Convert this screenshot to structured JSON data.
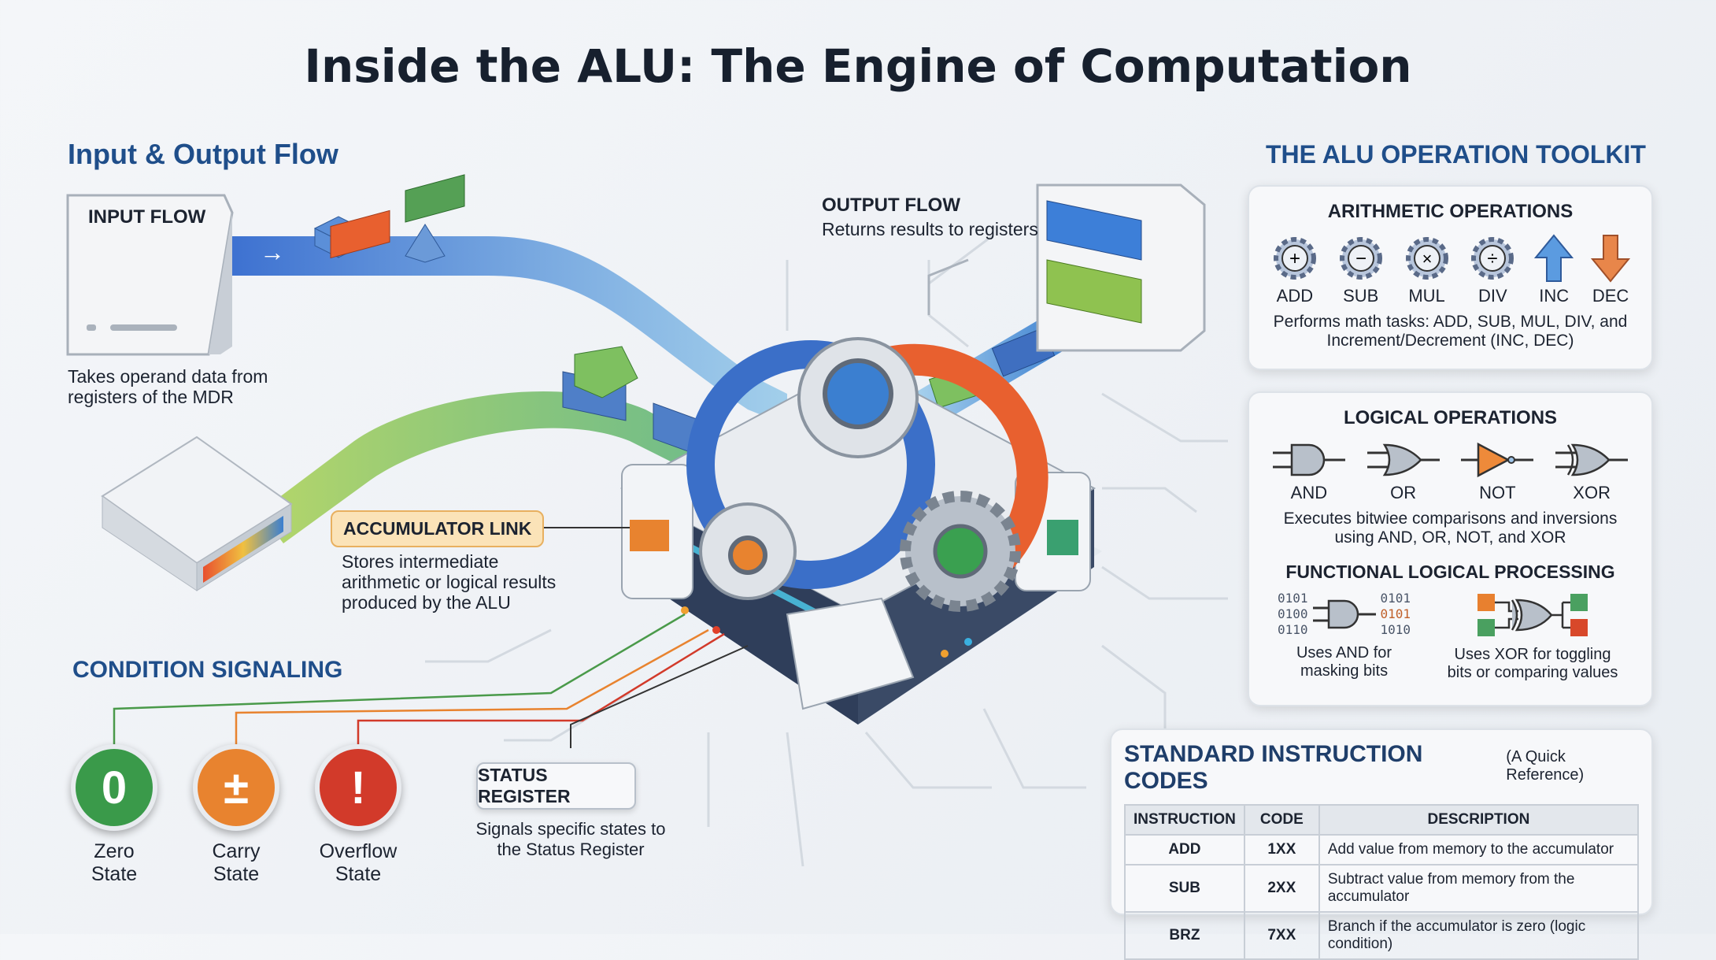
{
  "title": "Inside the ALU: The Engine of Computation",
  "io": {
    "heading": "Input & Output Flow",
    "input_label": "INPUT FLOW",
    "input_desc": "Takes operand data from registers of the MDR",
    "output_label": "OUTPUT FLOW",
    "output_desc": "Returns results to registers"
  },
  "accumulator": {
    "label": "ACCUMULATOR LINK",
    "desc": "Stores intermediate arithmetic or logical results produced by the ALU"
  },
  "conditions": {
    "heading": "CONDITION SIGNALING",
    "items": [
      {
        "symbol": "0",
        "label": "Zero State",
        "color": "#3a9a4a"
      },
      {
        "symbol": "±",
        "label": "Carry State",
        "color": "#e8832f"
      },
      {
        "symbol": "!",
        "label": "Overflow State",
        "color": "#d23a2a"
      }
    ]
  },
  "status": {
    "label": "STATUS REGISTER",
    "desc": "Signals specific states to the Status Register"
  },
  "toolkit": {
    "heading": "THE ALU OPERATION TOOLKIT",
    "arithmetic": {
      "title": "ARITHMETIC OPERATIONS",
      "ops": [
        {
          "label": "ADD",
          "symbol": "+"
        },
        {
          "label": "SUB",
          "symbol": "−"
        },
        {
          "label": "MUL",
          "symbol": "×"
        },
        {
          "label": "DIV",
          "symbol": "÷"
        },
        {
          "label": "INC"
        },
        {
          "label": "DEC"
        }
      ],
      "desc": "Performs math tasks: ADD, SUB, MUL, DIV, and Increment/Decrement (INC, DEC)"
    },
    "logical": {
      "title": "LOGICAL OPERATIONS",
      "ops": [
        "AND",
        "OR",
        "NOT",
        "XOR"
      ],
      "desc": "Executes bitwiee comparisons and inversions using AND, OR, NOT, and XOR"
    },
    "functional": {
      "title": "FUNCTIONAL LOGICAL PROCESSING",
      "inputs": [
        "0101",
        "0100",
        "0110"
      ],
      "outputs": [
        "0101",
        "0101",
        "1010"
      ],
      "and_desc": "Uses AND for masking bits",
      "xor_desc": "Uses XOR for toggling bits or comparing values"
    }
  },
  "codes": {
    "title": "STANDARD INSTRUCTION CODES",
    "subtitle": "(A Quick Reference)",
    "headers": [
      "INSTRUCTION",
      "CODE",
      "DESCRIPTION"
    ],
    "rows": [
      [
        "ADD",
        "1XX",
        "Add value from memory to the accumulator"
      ],
      [
        "SUB",
        "2XX",
        "Subtract value from memory from the accumulator"
      ],
      [
        "BRZ",
        "7XX",
        "Branch if the accumulator is zero (logic condition)"
      ]
    ]
  },
  "colors": {
    "accent": "#1f4e8a",
    "orange": "#e8832f",
    "green": "#3a9a4a",
    "red": "#d23a2a",
    "blue": "#3b7fd0"
  }
}
